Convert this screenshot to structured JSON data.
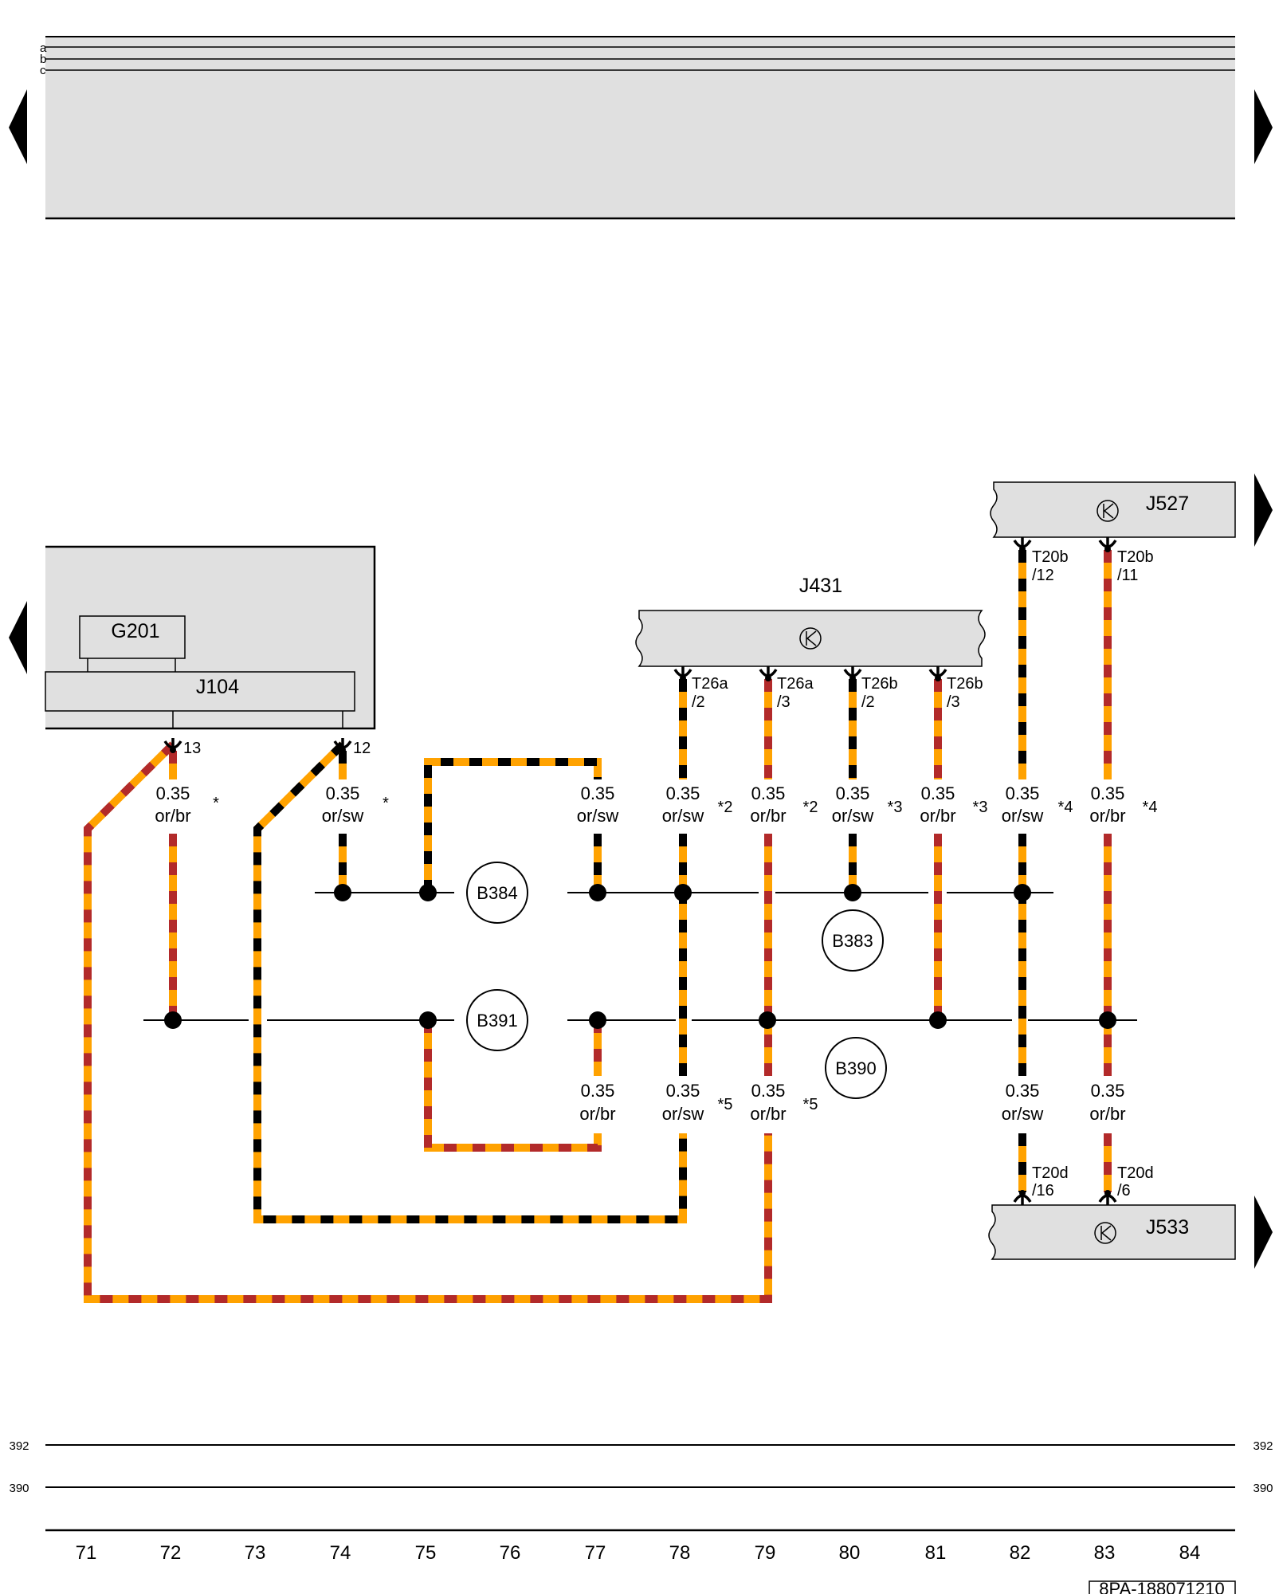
{
  "header": {
    "row_letters": [
      "a",
      "b",
      "c"
    ]
  },
  "components": {
    "g201": "G201",
    "j104": "J104",
    "j431": "J431",
    "j527": "J527",
    "j533": "J533"
  },
  "splices": {
    "b384": "B384",
    "b391": "B391",
    "b383": "B383",
    "b390": "B390"
  },
  "pins": {
    "p13": "13",
    "p12": "12",
    "t26a": "T26a",
    "t26b": "T26b",
    "t20b": "T20b",
    "t20d": "T20d",
    "s2": "/2",
    "s3": "/3",
    "s12": "/12",
    "s11": "/11",
    "s16": "/16",
    "s6": "/6"
  },
  "wires": {
    "size": "0.35",
    "or_br": "or/br",
    "or_sw": "or/sw"
  },
  "notes": {
    "star": "*",
    "n2": "*2",
    "n3": "*3",
    "n4": "*4",
    "n5": "*5"
  },
  "ground_refs": {
    "r392": "392",
    "r390": "390"
  },
  "grid_numbers": [
    "71",
    "72",
    "73",
    "74",
    "75",
    "76",
    "77",
    "78",
    "79",
    "80",
    "81",
    "82",
    "83",
    "84"
  ],
  "doc_id": "8PA-188071210",
  "colors": {
    "orange": "#ffa200",
    "brown": "#b22a2a",
    "black": "#000000",
    "panel_gray": "#e0e0e0"
  }
}
